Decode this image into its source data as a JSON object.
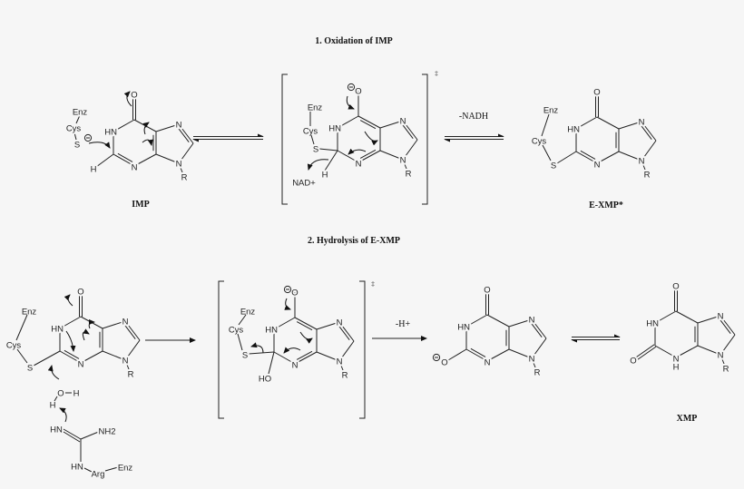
{
  "sections": {
    "oxidation_title": "1. Oxidation of IMP",
    "hydrolysis_title": "2. Hydrolysis of E-XMP"
  },
  "compound_labels": {
    "imp": "IMP",
    "exmp": "E-XMP*",
    "xmp": "XMP"
  },
  "conditions": {
    "minus_nadh": "-NADH",
    "minus_h": "-H+",
    "transition_state_mark": "‡"
  },
  "atoms": {
    "hn": "HN",
    "n": "N",
    "o": "O",
    "r": "R",
    "h": "H",
    "s": "S",
    "cys": "Cys",
    "enz": "Enz",
    "nad": "NAD+",
    "ho": "HO",
    "nh2": "NH2",
    "arg": "Arg"
  },
  "colors": {
    "background": "#f6f6f6",
    "ink": "#222222"
  }
}
